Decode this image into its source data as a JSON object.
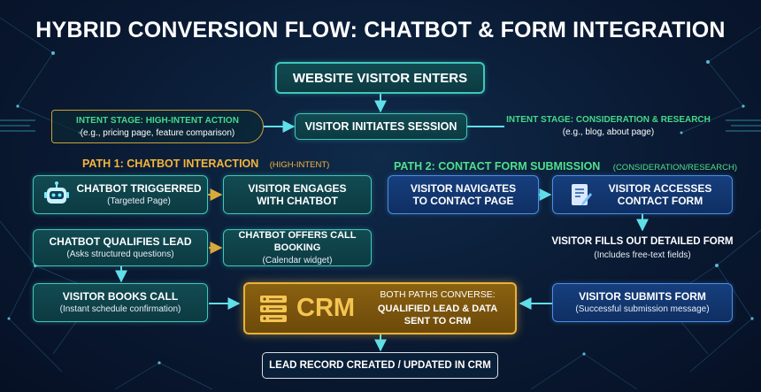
{
  "title": "HYBRID CONVERSION FLOW: CHATBOT & FORM INTEGRATION",
  "entry": "WEBSITE VISITOR ENTERS",
  "session": "VISITOR INITIATES SESSION",
  "intent_left": {
    "label": "INTENT STAGE: HIGH-INTENT ACTION",
    "sub": "(e.g., pricing page, feature comparison)"
  },
  "intent_right": {
    "label": "INTENT STAGE: CONSIDERATION & RESEARCH",
    "sub": "(e.g., blog, about page)"
  },
  "path1": {
    "title": "PATH 1: CHATBOT INTERACTION",
    "tag": "(HIGH-INTENT)",
    "triggered": {
      "title": "CHATBOT TRIGGERRED",
      "sub": "(Targeted Page)"
    },
    "engages": {
      "title": "VISITOR ENGAGES WITH CHATBOT"
    },
    "qualifies": {
      "title": "CHATBOT QUALIFIES LEAD",
      "sub": "(Asks structured questions)"
    },
    "offers": {
      "title": "CHATBOT OFFERS CALL BOOKING",
      "sub": "(Calendar widget)"
    },
    "books": {
      "title": "VISITOR BOOKS CALL",
      "sub": "(Instant schedule confirmation)"
    }
  },
  "path2": {
    "title": "PATH 2: CONTACT FORM SUBMISSION",
    "tag": "(CONSIDERATION/RESEARCH)",
    "navigates": {
      "title": "VISITOR NAVIGATES TO CONTACT PAGE"
    },
    "accesses": {
      "title": "VISITOR ACCESSES CONTACT FORM"
    },
    "fills": {
      "title": "VISITOR FILLS OUT DETAILED FORM",
      "sub": "(Includes free-text fields)"
    },
    "submits": {
      "title": "VISITOR SUBMITS FORM",
      "sub": "(Successful submission message)"
    }
  },
  "crm": {
    "label": "CRM",
    "heading": "BOTH PATHS CONVERSE:",
    "detail": "QUALIFIED LEAD & DATA SENT TO CRM"
  },
  "final": "LEAD RECORD CREATED / UPDATED IN CRM",
  "colors": {
    "teal": "#3fc8bb",
    "blue": "#4a8fe6",
    "gold": "#e8b23a",
    "path1": "#f5b53a",
    "path2": "#4fe08a",
    "arrow": "#5fe0e8"
  }
}
